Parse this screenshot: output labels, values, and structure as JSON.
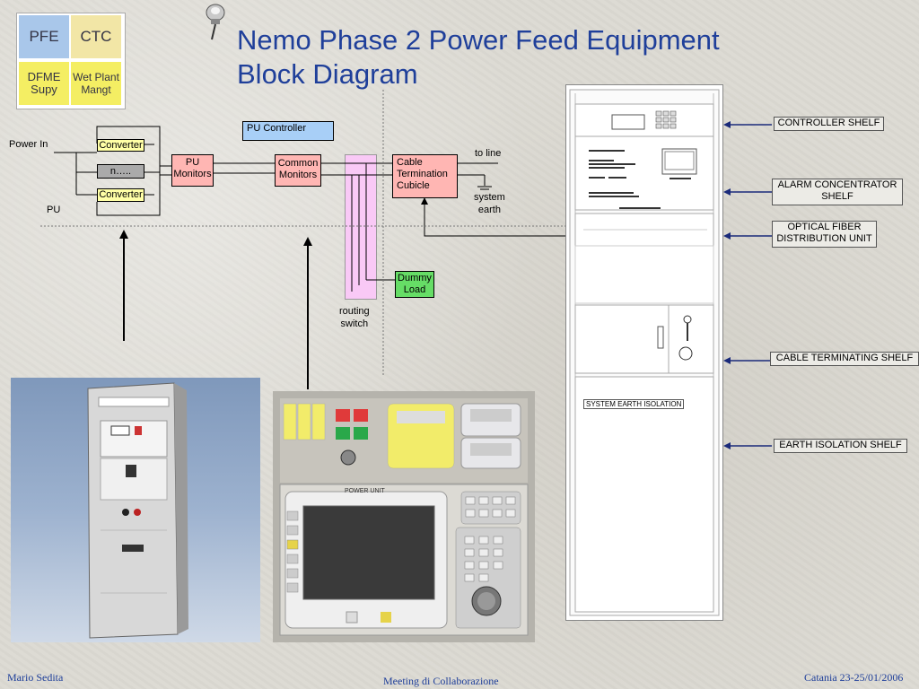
{
  "title": {
    "line1": "Nemo Phase 2 Power Feed Equipment",
    "line2": "Block Diagram"
  },
  "logo": {
    "pfe": "PFE",
    "ctc": "CTC",
    "dfme_line1": "DFME",
    "dfme_line2": "Supy",
    "wetplant_line1": "Wet Plant",
    "wetplant_line2": "Mangt"
  },
  "diagram": {
    "power_in": "Power In",
    "converter_top": "Converter",
    "n_dots": "n…..",
    "converter_bottom": "Converter",
    "pu": "PU",
    "pu_monitors_line1": "PU",
    "pu_monitors_line2": "Monitors",
    "pu_controller": "PU Controller",
    "common_monitors_line1": "Common",
    "common_monitors_line2": "Monitors",
    "cable_line1": "Cable",
    "cable_line2": "Termination",
    "cable_line3": "Cubicle",
    "to_line": "to line",
    "system_earth_line1": "system",
    "system_earth_line2": "earth",
    "dummy_line1": "Dummy",
    "dummy_line2": "Load",
    "routing_line1": "routing",
    "routing_line2": "switch"
  },
  "cabinet": {
    "controller_shelf": "CONTROLLER SHELF",
    "alarm_line1": "ALARM CONCENTRATOR",
    "alarm_line2": "SHELF",
    "optical_line1": "OPTICAL FIBER",
    "optical_line2": "DISTRIBUTION UNIT",
    "cable_shelf": "CABLE TERMINATING SHELF",
    "earth_shelf": "EARTH ISOLATION SHELF",
    "system_earth_isolation": "SYSTEM EARTH ISOLATION"
  },
  "photo": {
    "power_unit": "POWER UNIT"
  },
  "footer": {
    "author": "Mario Sedita",
    "meeting": "Meeting di Collaborazione",
    "place_date": "Catania 23-25/01/2006"
  },
  "colors": {
    "title": "#1f3f9a",
    "converter": "#ffffa6",
    "monitor": "#ffb6b3",
    "controller": "#a8cff7",
    "routing": "#f9c9f6",
    "dummy": "#66dd66"
  }
}
